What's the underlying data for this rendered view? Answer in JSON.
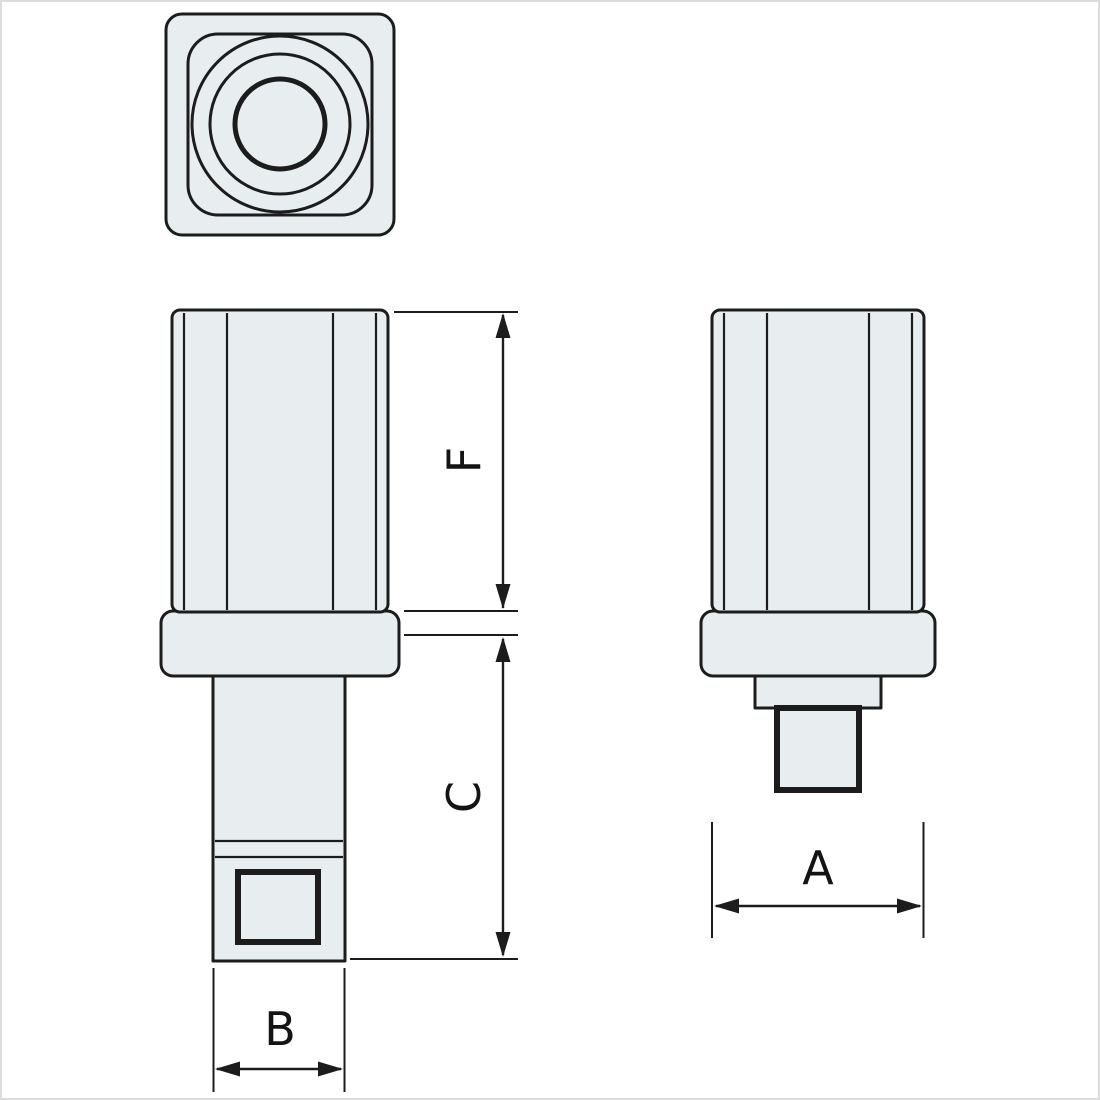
{
  "diagram": {
    "type": "technical-drawing",
    "labels": {
      "F": "F",
      "C": "C",
      "B": "B",
      "A": "A"
    }
  },
  "colors": {
    "background": "#ffffff",
    "part-fill": "#e8eef0",
    "line": "#1c1c1c",
    "dim-line": "#1c1c1c",
    "border": "#dcdcdc"
  }
}
